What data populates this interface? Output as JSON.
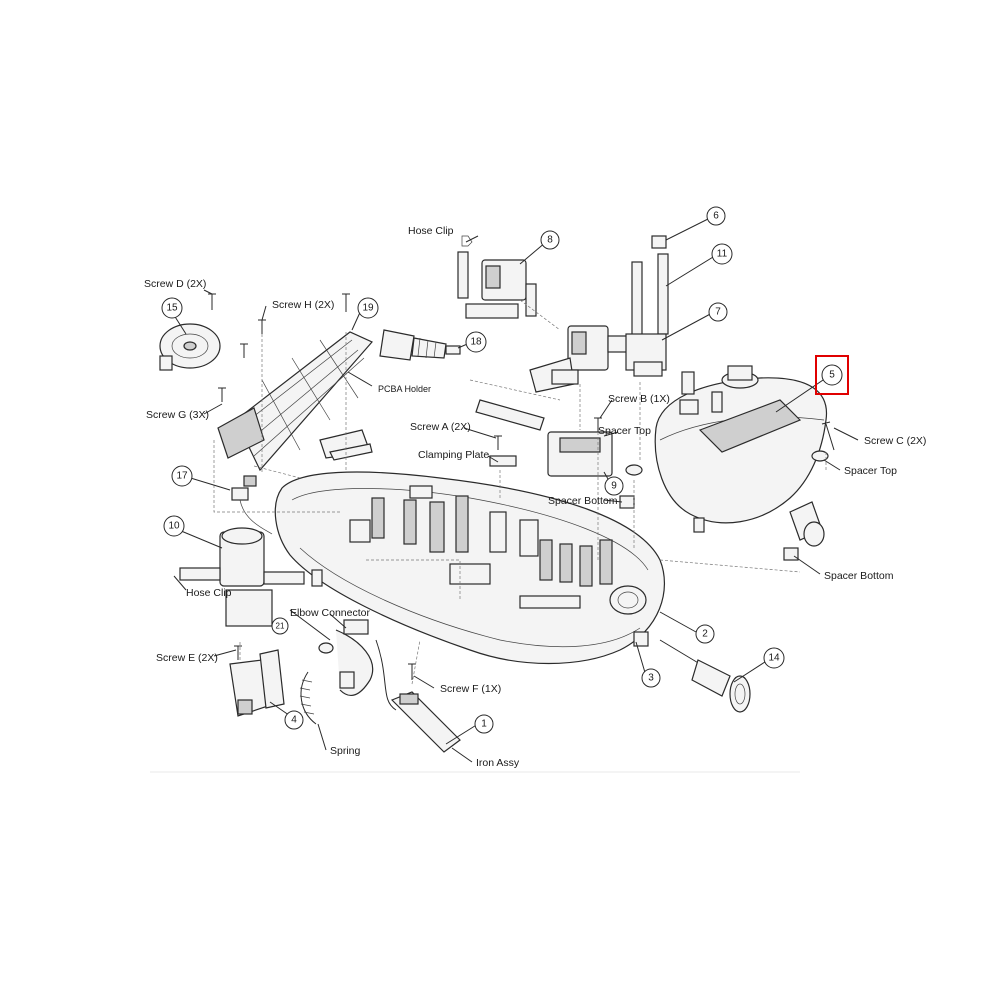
{
  "callouts": {
    "n1": "1",
    "n2": "2",
    "n3": "3",
    "n4": "4",
    "n5": "5",
    "n6": "6",
    "n7": "7",
    "n8": "8",
    "n9": "9",
    "n10": "10",
    "n11": "11",
    "n14": "14",
    "n15": "15",
    "n17": "17",
    "n18": "18",
    "n19": "19",
    "n21": "21"
  },
  "labels": {
    "hose_clip_top": "Hose Clip",
    "screw_d": "Screw D (2X)",
    "screw_h": "Screw H (2X)",
    "pcba_holder": "PCBA Holder",
    "screw_g": "Screw G (3X)",
    "screw_a": "Screw A (2X)",
    "clamping_plate": "Clamping Plate",
    "screw_b": "Screw B (1X)",
    "spacer_top_left": "Spacer Top",
    "spacer_bottom_left": "Spacer Bottom",
    "screw_c": "Screw C (2X)",
    "spacer_top_right": "Spacer Top",
    "spacer_bottom_right": "Spacer Bottom",
    "hose_clip_left": "Hose Clip",
    "elbow_connector": "Elbow Connector",
    "screw_e": "Screw E (2X)",
    "screw_f": "Screw F (1X)",
    "spring": "Spring",
    "iron_assy": "Iron Assy"
  },
  "highlight_color": "#e00000"
}
